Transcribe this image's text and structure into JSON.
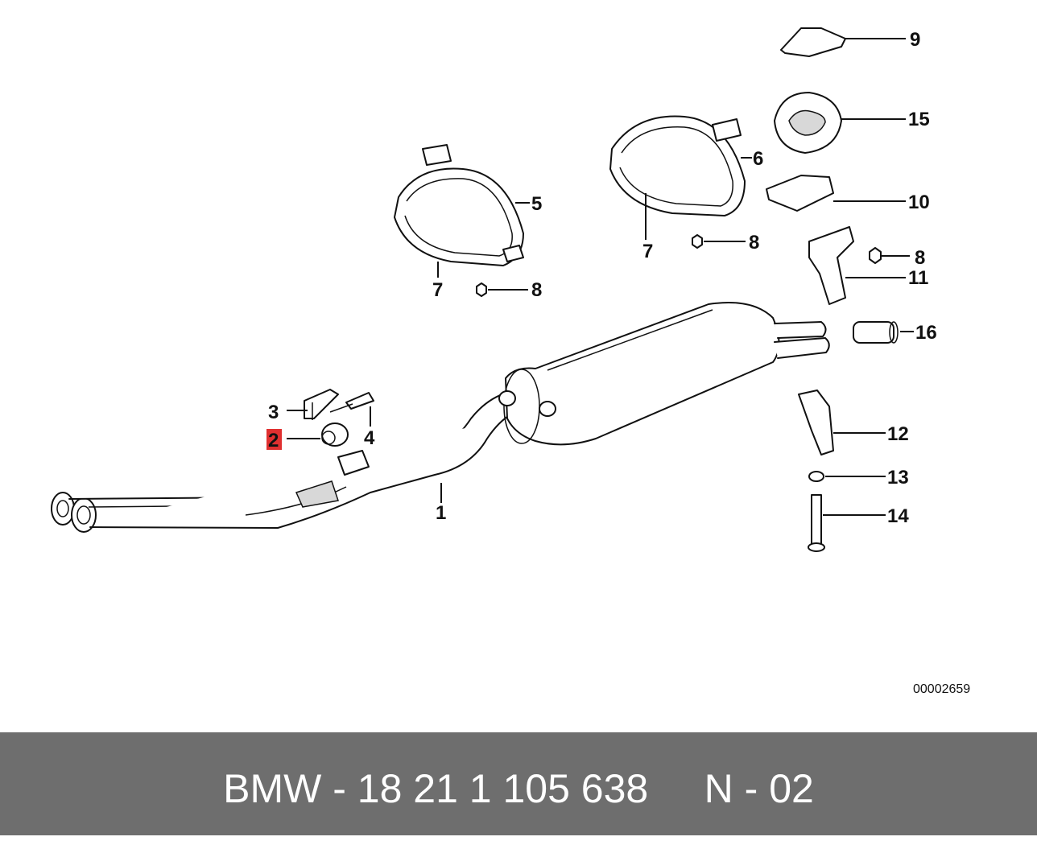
{
  "diagram": {
    "callouts": {
      "c1": "1",
      "c2": "2",
      "c3": "3",
      "c4": "4",
      "c5": "5",
      "c6": "6",
      "c7a": "7",
      "c7b": "7",
      "c8a": "8",
      "c8b": "8",
      "c8c": "8",
      "c9": "9",
      "c10": "10",
      "c11": "11",
      "c12": "12",
      "c13": "13",
      "c14": "14",
      "c15": "15",
      "c16": "16"
    },
    "highlighted_callout": "2",
    "highlight_color": "#e03030",
    "reference_code": "00002659"
  },
  "footer": {
    "text": "BMW - 18 21 1 105 638     N - 02",
    "background": "#6e6e6e",
    "text_color": "#ffffff"
  }
}
